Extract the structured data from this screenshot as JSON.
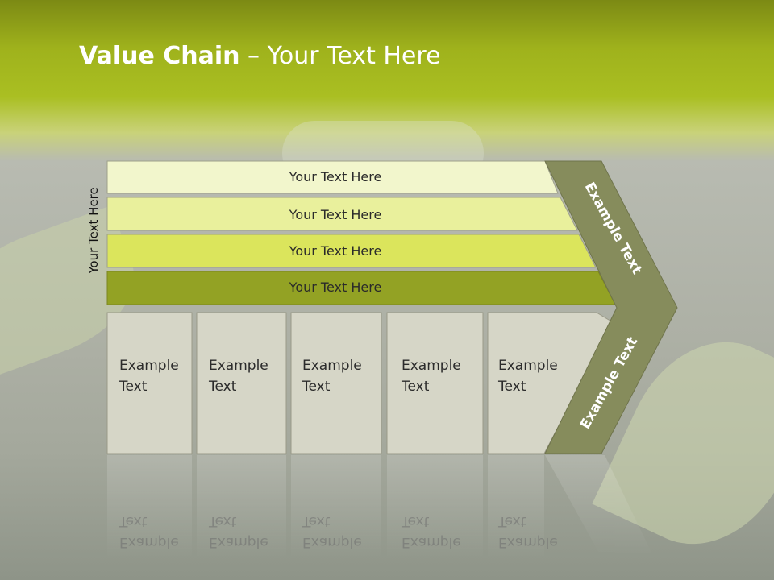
{
  "title": {
    "bold": "Value Chain",
    "rest": " – Your Text Here"
  },
  "side_label": "Your Text Here",
  "bands": [
    {
      "label": "Your Text Here",
      "color": "#f2f6cc"
    },
    {
      "label": "Your Text Here",
      "color": "#e9f09c"
    },
    {
      "label": "Your Text Here",
      "color": "#dbe55c"
    },
    {
      "label": "Your Text Here",
      "color": "#93a224"
    }
  ],
  "boxes": [
    {
      "line1": "Example",
      "line2": "Text"
    },
    {
      "line1": "Example",
      "line2": "Text"
    },
    {
      "line1": "Example",
      "line2": "Text"
    },
    {
      "line1": "Example",
      "line2": "Text"
    },
    {
      "line1": "Example",
      "line2": "Text"
    }
  ],
  "arrow": {
    "upper": "Example Text",
    "lower": "Example Text",
    "color": "#868c5c"
  },
  "box_color": "#d6d6c7"
}
